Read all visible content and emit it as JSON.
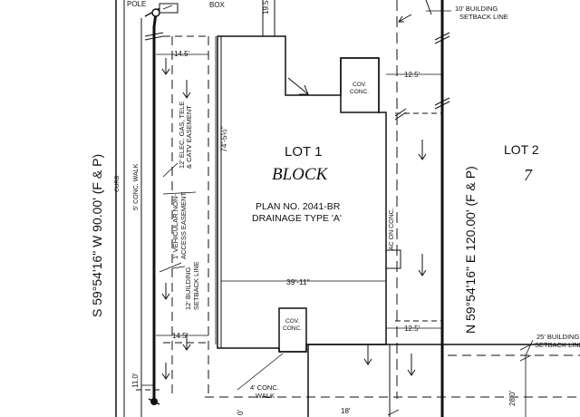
{
  "labels": {
    "pole": "POLE",
    "box": "BOX",
    "dim_19": "19.5",
    "building_setback_10_l1": "10' BUILDING",
    "building_setback_10_l2": "SETBACK LINE",
    "dim_14_5_top": "14.5'",
    "dim_12_5_top": "12.5'",
    "dim_14_5_bottom": "14.5'",
    "dim_12_5_bottom": "12.5'",
    "cov_conc_top_l1": "COV.",
    "cov_conc_top_l2": "CONC.",
    "cov_conc_bottom_l1": "COV.",
    "cov_conc_bottom_l2": "CONC.",
    "lot_1": "LOT 1",
    "block": "BLOCK",
    "plan_no": "PLAN NO. 2041-BR",
    "drainage": "DRAINAGE TYPE 'A'",
    "dim_74": "74'-5½\"",
    "dim_39": "39'-11\"",
    "ac_on_conc": "AC ON CONC.",
    "lot_2": "LOT 2",
    "block_number": "7",
    "bearing_west": "S 59°54'16\" W 90.00' (F & P)",
    "bearing_east": "N 59°54'16\" E 120.00' (F & P)",
    "curb": "CURB",
    "conc_walk": "5' CONC. WALK",
    "easement_l1": "12' ELEC. GAS, TELE",
    "easement_l2": "& CATV EASEMENT",
    "vehicular_l1": "1' VEHICULAR NON-",
    "vehicular_l2": "ACCESS EASEMENT",
    "setback_12_l1": "12' BUILDING",
    "setback_12_l2": "SETBACK LINE",
    "dim_11": "11.0'",
    "conc_walk_4_l1": "4' CONC.",
    "conc_walk_4_l2": "WALK",
    "building_setback_25_l1": "25' BUILDING",
    "building_setback_25_l2": "SETBACK LINE",
    "dim_28": "28.0'",
    "dim_18": "18'",
    "dim_0": "0'"
  }
}
